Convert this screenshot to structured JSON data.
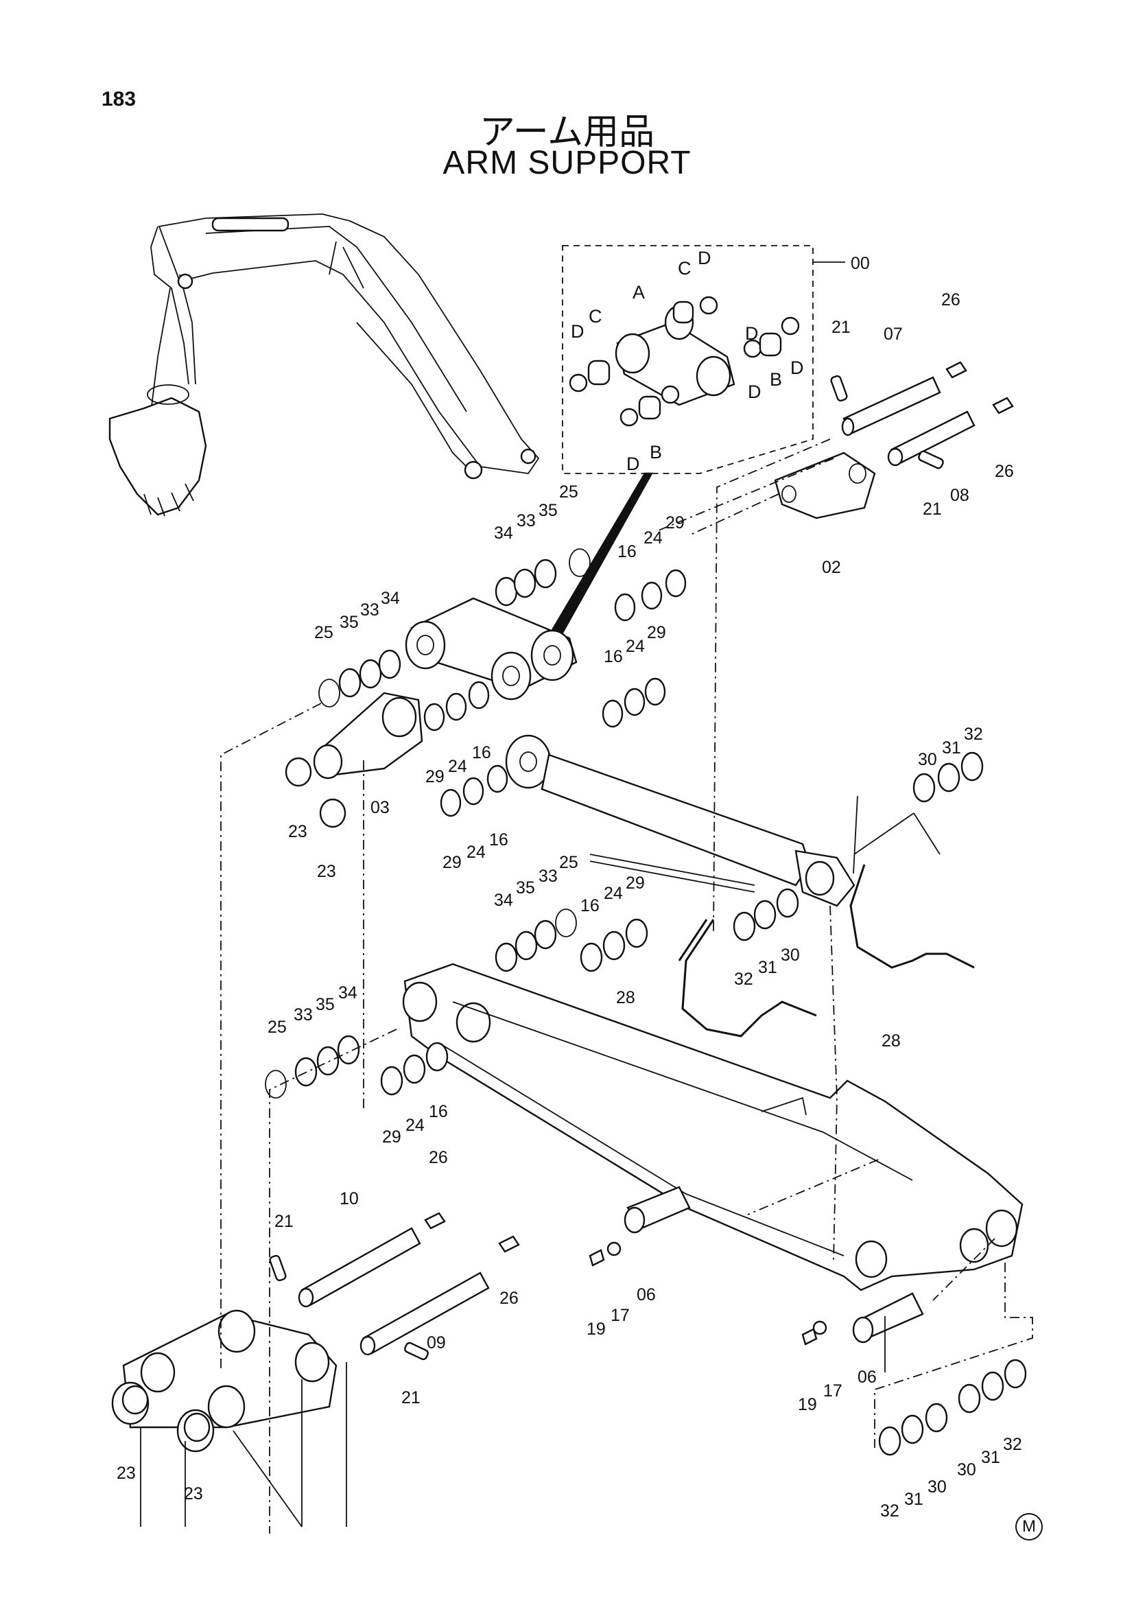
{
  "page_number": "183",
  "title_jp": "アーム用品",
  "title_en": "ARM SUPPORT",
  "corner_mark": "M",
  "callouts": [
    {
      "id": "c00",
      "text": "00"
    },
    {
      "id": "cA",
      "text": "A"
    },
    {
      "id": "cC1",
      "text": "C"
    },
    {
      "id": "cD1",
      "text": "D"
    },
    {
      "id": "cC2",
      "text": "C"
    },
    {
      "id": "cD2",
      "text": "D"
    },
    {
      "id": "cD3",
      "text": "D"
    },
    {
      "id": "cB1",
      "text": "B"
    },
    {
      "id": "cD4",
      "text": "D"
    },
    {
      "id": "cD5",
      "text": "D"
    },
    {
      "id": "cB2",
      "text": "B"
    },
    {
      "id": "cD6",
      "text": "D"
    },
    {
      "id": "c21a",
      "text": "21"
    },
    {
      "id": "c07",
      "text": "07"
    },
    {
      "id": "c26a",
      "text": "26"
    },
    {
      "id": "c26b",
      "text": "26"
    },
    {
      "id": "c21b",
      "text": "21"
    },
    {
      "id": "c08",
      "text": "08"
    },
    {
      "id": "c02",
      "text": "02"
    },
    {
      "id": "c34a",
      "text": "34"
    },
    {
      "id": "c33a",
      "text": "33"
    },
    {
      "id": "c35a",
      "text": "35"
    },
    {
      "id": "c25a",
      "text": "25"
    },
    {
      "id": "c16a",
      "text": "16"
    },
    {
      "id": "c24a",
      "text": "24"
    },
    {
      "id": "c29a",
      "text": "29"
    },
    {
      "id": "c25b",
      "text": "25"
    },
    {
      "id": "c35b",
      "text": "35"
    },
    {
      "id": "c33b",
      "text": "33"
    },
    {
      "id": "c34b",
      "text": "34"
    },
    {
      "id": "c16b",
      "text": "16"
    },
    {
      "id": "c24b",
      "text": "24"
    },
    {
      "id": "c29b",
      "text": "29"
    },
    {
      "id": "c29c",
      "text": "29"
    },
    {
      "id": "c24c",
      "text": "24"
    },
    {
      "id": "c16c",
      "text": "16"
    },
    {
      "id": "c03",
      "text": "03"
    },
    {
      "id": "c23a",
      "text": "23"
    },
    {
      "id": "c23b",
      "text": "23"
    },
    {
      "id": "c29d",
      "text": "29"
    },
    {
      "id": "c24d",
      "text": "24"
    },
    {
      "id": "c16d",
      "text": "16"
    },
    {
      "id": "c30a",
      "text": "30"
    },
    {
      "id": "c31a",
      "text": "31"
    },
    {
      "id": "c32a",
      "text": "32"
    },
    {
      "id": "c34c",
      "text": "34"
    },
    {
      "id": "c35c",
      "text": "35"
    },
    {
      "id": "c33c",
      "text": "33"
    },
    {
      "id": "c25c",
      "text": "25"
    },
    {
      "id": "c16e",
      "text": "16"
    },
    {
      "id": "c24e",
      "text": "24"
    },
    {
      "id": "c29e",
      "text": "29"
    },
    {
      "id": "c32b",
      "text": "32"
    },
    {
      "id": "c31b",
      "text": "31"
    },
    {
      "id": "c30b",
      "text": "30"
    },
    {
      "id": "c28a",
      "text": "28"
    },
    {
      "id": "c28b",
      "text": "28"
    },
    {
      "id": "c25d",
      "text": "25"
    },
    {
      "id": "c33d",
      "text": "33"
    },
    {
      "id": "c35d",
      "text": "35"
    },
    {
      "id": "c34d",
      "text": "34"
    },
    {
      "id": "c29f",
      "text": "29"
    },
    {
      "id": "c24f",
      "text": "24"
    },
    {
      "id": "c16f",
      "text": "16"
    },
    {
      "id": "c26c",
      "text": "26"
    },
    {
      "id": "c21c",
      "text": "21"
    },
    {
      "id": "c10",
      "text": "10"
    },
    {
      "id": "c26d",
      "text": "26"
    },
    {
      "id": "c09",
      "text": "09"
    },
    {
      "id": "c21d",
      "text": "21"
    },
    {
      "id": "c19a",
      "text": "19"
    },
    {
      "id": "c17a",
      "text": "17"
    },
    {
      "id": "c06a",
      "text": "06"
    },
    {
      "id": "c19b",
      "text": "19"
    },
    {
      "id": "c17b",
      "text": "17"
    },
    {
      "id": "c06b",
      "text": "06"
    },
    {
      "id": "c23c",
      "text": "23"
    },
    {
      "id": "c23d",
      "text": "23"
    },
    {
      "id": "c32c",
      "text": "32"
    },
    {
      "id": "c31c",
      "text": "31"
    },
    {
      "id": "c30c",
      "text": "30"
    },
    {
      "id": "c30d",
      "text": "30"
    },
    {
      "id": "c31d",
      "text": "31"
    },
    {
      "id": "c32d",
      "text": "32"
    }
  ]
}
